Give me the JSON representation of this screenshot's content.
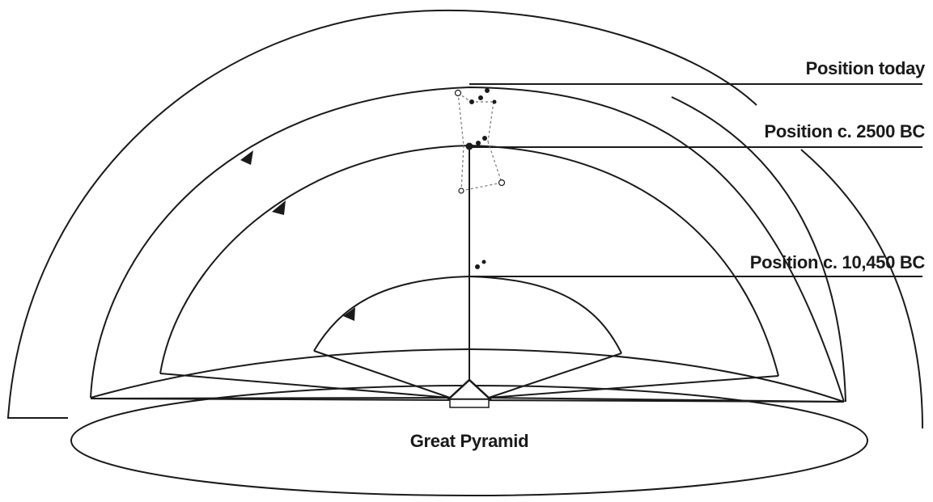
{
  "labels": {
    "position_today": "Position today",
    "position_2500bc": "Position c. 2500 BC",
    "position_10450bc": "Position c. 10,450 BC",
    "great_pyramid": "Great Pyramid"
  },
  "colors": {
    "line": "#1a1a1a",
    "background": "#ffffff",
    "dashed": "#777777"
  }
}
